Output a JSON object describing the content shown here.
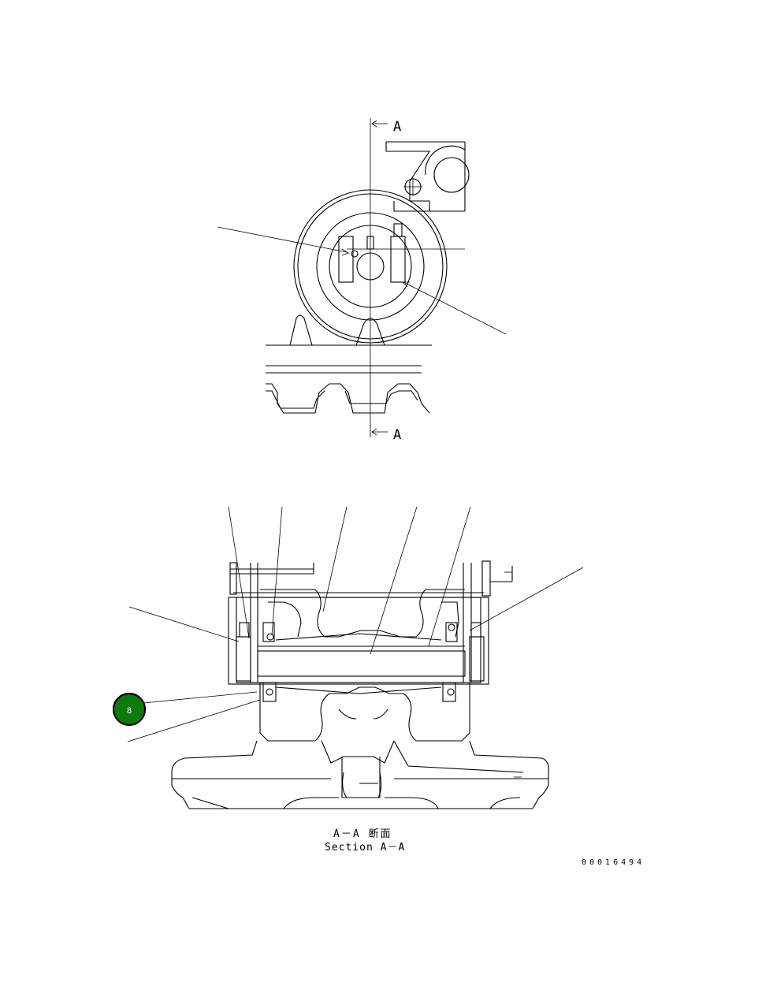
{
  "section_marker_top": "A",
  "section_marker_bottom": "A",
  "caption_line1": "A－A 断面",
  "caption_line2": "Section A－A",
  "drawing_number": "00016494",
  "callout": {
    "number": "8",
    "fill": "#0b7a0b",
    "border": "#000000",
    "text_color": "#ffffff"
  }
}
